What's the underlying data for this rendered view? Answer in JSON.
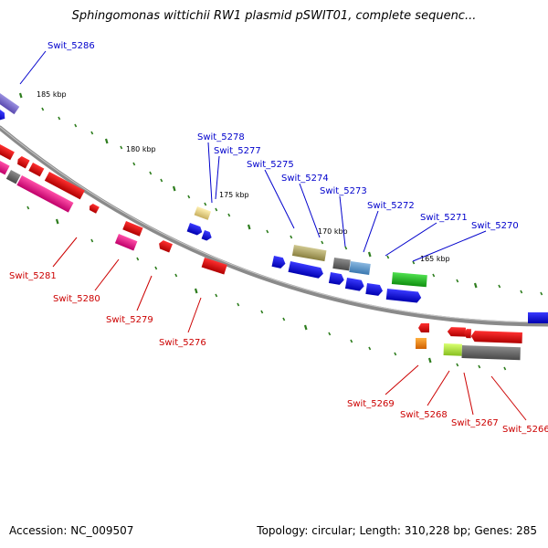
{
  "title": "Sphingomonas wittichii RW1 plasmid pSWIT01, complete sequenc...",
  "footer": {
    "accession": "Accession: NC_009507",
    "summary": "Topology: circular; Length: 310,228 bp; Genes: 285"
  },
  "scale_labels": [
    "185 kbp",
    "180 kbp",
    "175 kbp",
    "170 kbp",
    "165 kbp"
  ],
  "top_genes": [
    "Swit_5286",
    "Swit_5278",
    "Swit_5277",
    "Swit_5275",
    "Swit_5274",
    "Swit_5273",
    "Swit_5272",
    "Swit_5271",
    "Swit_5270"
  ],
  "bottom_genes": [
    "Swit_5281",
    "Swit_5280",
    "Swit_5279",
    "Swit_5276",
    "Swit_5269",
    "Swit_5268",
    "Swit_5267",
    "Swit_5266"
  ],
  "colors": {
    "top_label": "#0000cc",
    "bottom_label": "#cc0000",
    "backbone": "#8a8a8a",
    "tick": "#2e7d1e",
    "forward_gene": "#0000e0",
    "reverse_gene": "#e00000"
  }
}
